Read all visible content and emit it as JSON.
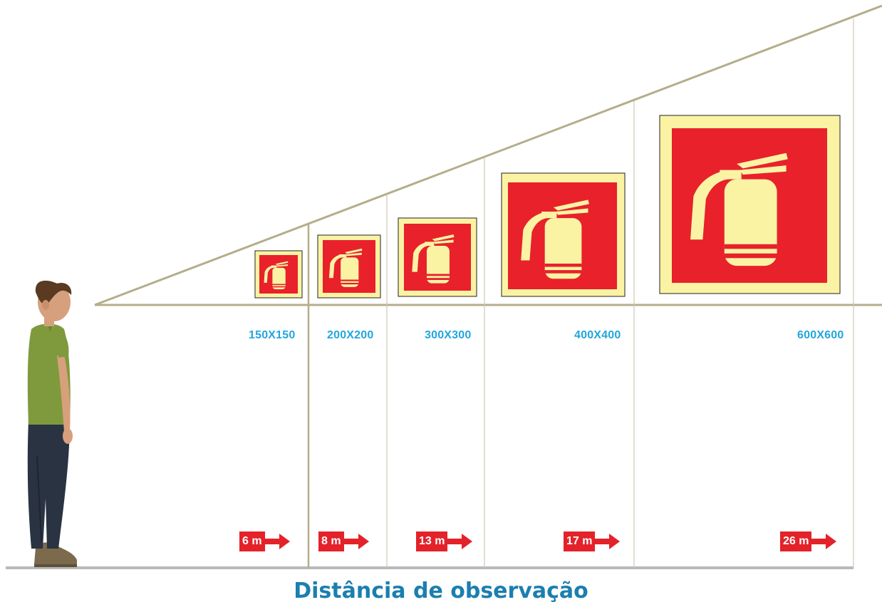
{
  "caption": "Distância de observação",
  "colors": {
    "line": "#b4ae8a",
    "sign_red": "#e8212b",
    "sign_glow": "#fbf3a4",
    "label_blue": "#22a6dd",
    "distance_red": "#e3222a",
    "caption_blue": "#1b7fae"
  },
  "icons": [
    "person-figure",
    "fire-extinguisher-icon",
    "arrow-right-icon"
  ],
  "signs": [
    {
      "size_label": "150X150",
      "distance_label": "6 m"
    },
    {
      "size_label": "200X200",
      "distance_label": "8 m"
    },
    {
      "size_label": "300X300",
      "distance_label": "13 m"
    },
    {
      "size_label": "400X400",
      "distance_label": "17 m"
    },
    {
      "size_label": "600X600",
      "distance_label": "26 m"
    }
  ]
}
